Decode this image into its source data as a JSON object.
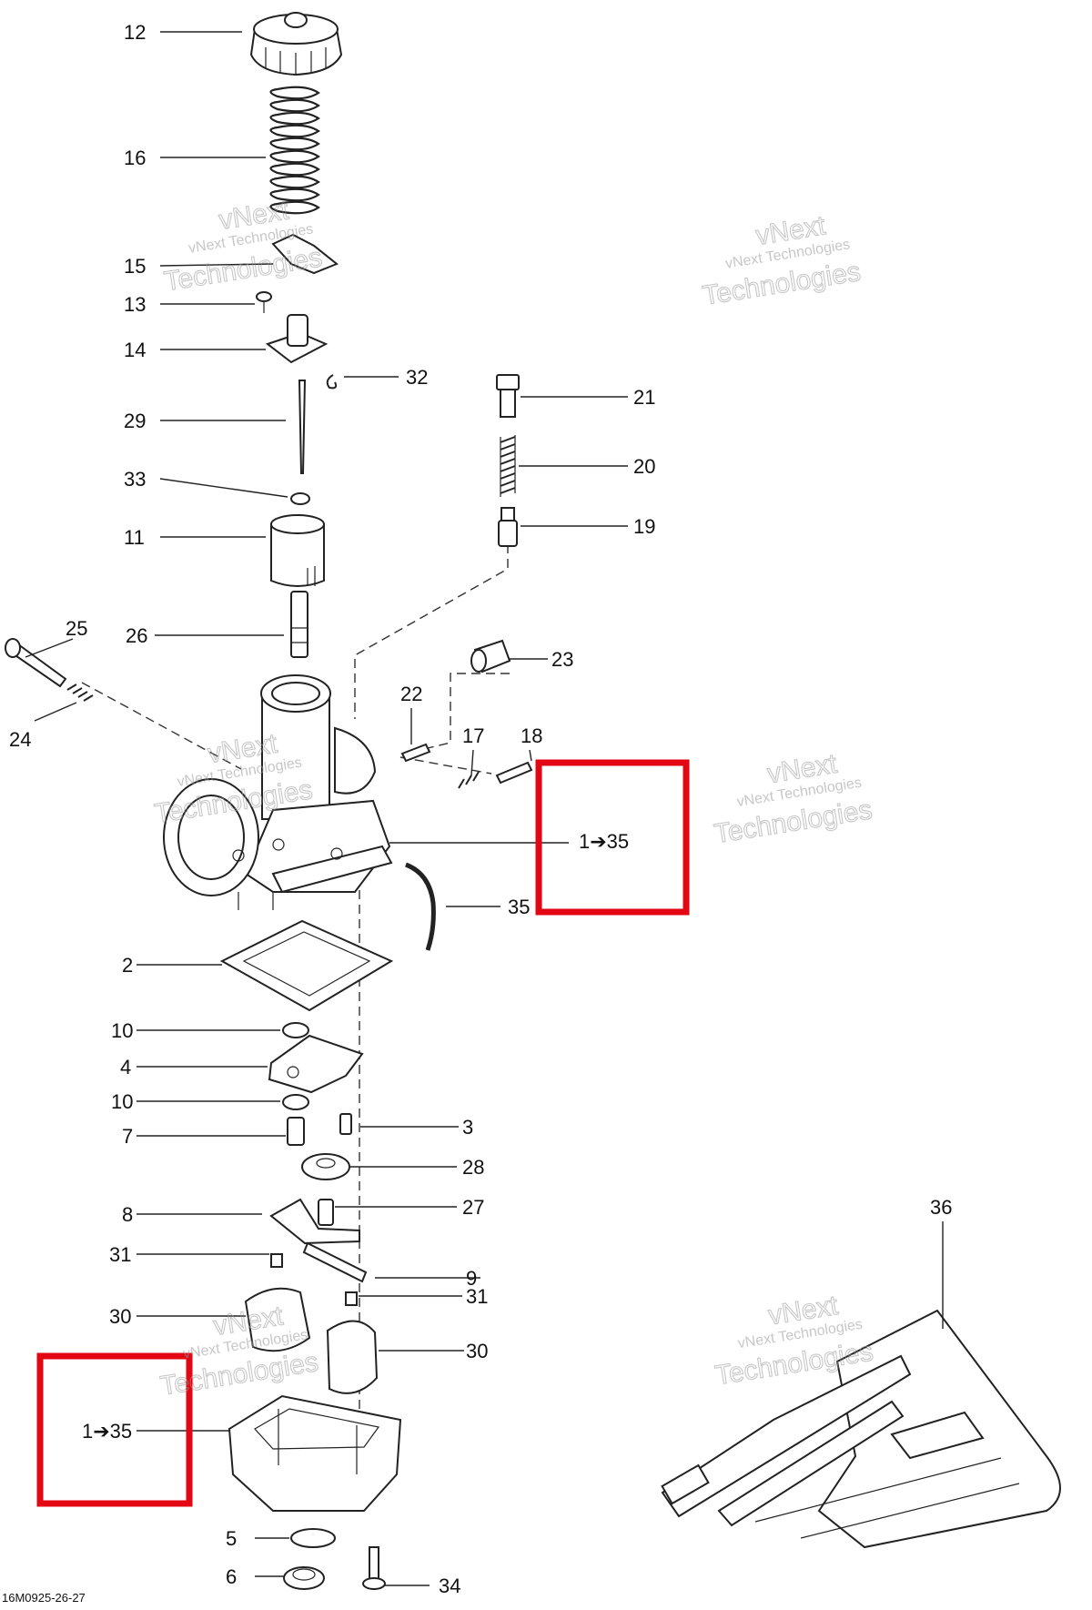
{
  "figure_code": "16M0925-26-27",
  "watermark": {
    "line1": "vNext Technologies",
    "line2": "vNext",
    "line3": "Technologies"
  },
  "highlight_color": "#e30613",
  "range_labels": [
    "1➔35",
    "1➔35"
  ],
  "callouts": {
    "c12": "12",
    "c16": "16",
    "c15": "15",
    "c13": "13",
    "c14": "14",
    "c32": "32",
    "c29": "29",
    "c33": "33",
    "c11": "11",
    "c26": "26",
    "c21": "21",
    "c20": "20",
    "c19": "19",
    "c25": "25",
    "c24": "24",
    "c23": "23",
    "c22": "22",
    "c17": "17",
    "c18": "18",
    "c35": "35",
    "c2": "2",
    "c10a": "10",
    "c4": "4",
    "c10b": "10",
    "c3": "3",
    "c7": "7",
    "c28": "28",
    "c8": "8",
    "c27": "27",
    "c31a": "31",
    "c9": "9",
    "c31b": "31",
    "c30a": "30",
    "c30b": "30",
    "c5": "5",
    "c6": "6",
    "c34": "34",
    "c36": "36"
  }
}
